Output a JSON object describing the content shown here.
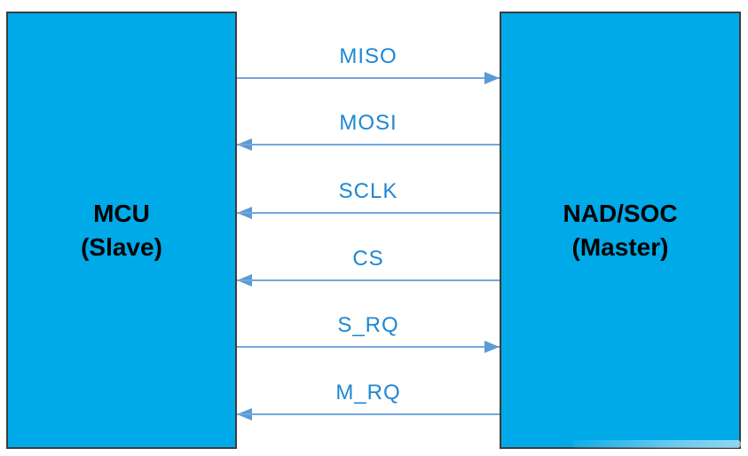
{
  "left_block": {
    "name": "MCU",
    "role": "(Slave)"
  },
  "right_block": {
    "name": "NAD/SOC",
    "role": "(Master)"
  },
  "signals": [
    {
      "label": "MISO",
      "direction": "right"
    },
    {
      "label": "MOSI",
      "direction": "left"
    },
    {
      "label": "SCLK",
      "direction": "left"
    },
    {
      "label": "CS",
      "direction": "left"
    },
    {
      "label": "S_RQ",
      "direction": "right"
    },
    {
      "label": "M_RQ",
      "direction": "left"
    }
  ],
  "colors": {
    "background": "#ffffff",
    "block_fill": "#00a9e8",
    "block_border": "#3c3c3c",
    "block_text": "#000000",
    "signal_label": "#1f87d3",
    "arrow_line": "#74a7dd",
    "arrow_head": "#5b9bd5"
  }
}
